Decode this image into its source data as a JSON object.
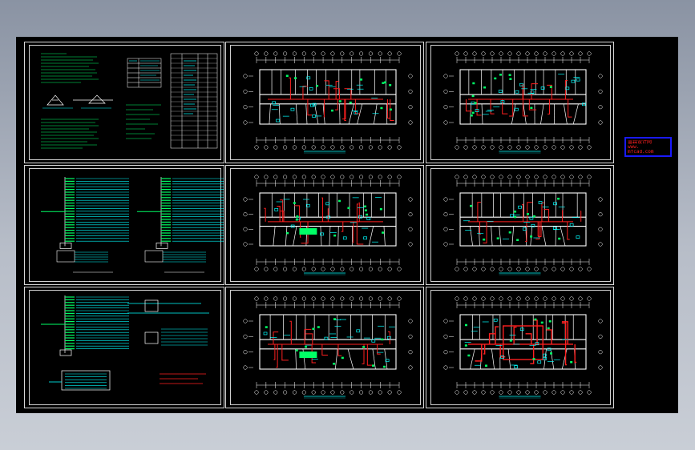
{
  "app": {
    "view": "CAD drawing preview - electrical plan sheets"
  },
  "stamp": {
    "line1": "富森设计网",
    "line2": "www.",
    "line3": "mfcad.com"
  },
  "colors": {
    "background": "#000000",
    "frame": "#d8d8d8",
    "cyan": "#00ffff",
    "green": "#00ff66",
    "red": "#ff2020",
    "white": "#ffffff",
    "stamp_border": "#1a1aff"
  },
  "sheets": [
    {
      "id": "notes-tables",
      "kind": "notes"
    },
    {
      "id": "plan-1",
      "kind": "plan"
    },
    {
      "id": "plan-2",
      "kind": "plan"
    },
    {
      "id": "riser-1",
      "kind": "riser"
    },
    {
      "id": "plan-3",
      "kind": "plan"
    },
    {
      "id": "plan-4",
      "kind": "plan"
    },
    {
      "id": "riser-2",
      "kind": "riser"
    },
    {
      "id": "plan-5",
      "kind": "plan"
    },
    {
      "id": "plan-6",
      "kind": "plan"
    }
  ]
}
